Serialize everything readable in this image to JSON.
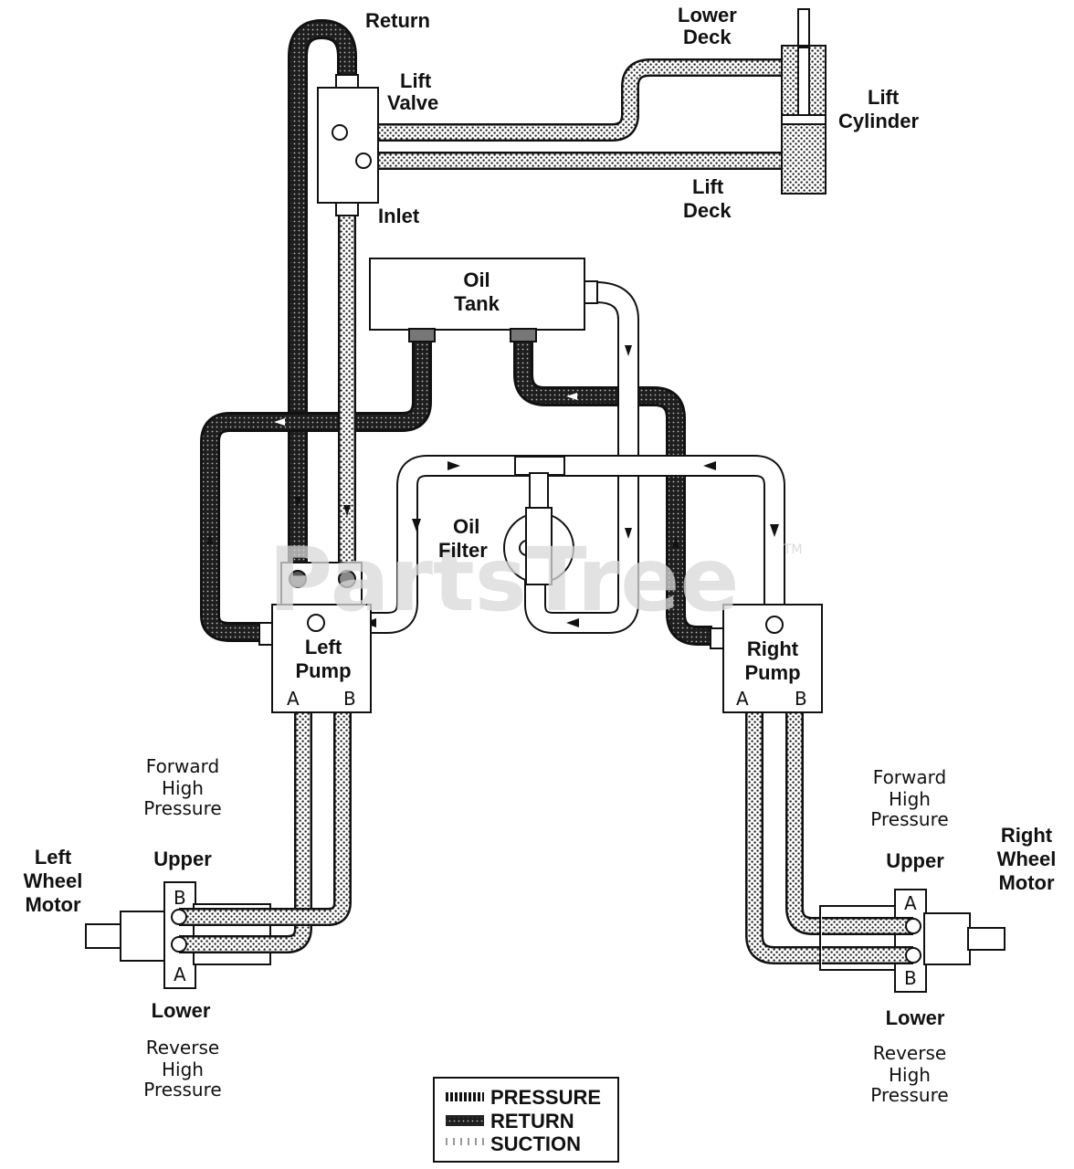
{
  "labels": {
    "return": "Return",
    "lift_valve": [
      "Lift",
      "Valve"
    ],
    "inlet": "Inlet",
    "lower_deck": [
      "Lower",
      "Deck"
    ],
    "lift_cylinder": [
      "Lift",
      "Cylinder"
    ],
    "lift_deck": [
      "Lift",
      "Deck"
    ],
    "oil_tank": [
      "Oil",
      "Tank"
    ],
    "oil_filter": [
      "Oil",
      "Filter"
    ],
    "left_pump": [
      "Left",
      "Pump"
    ],
    "right_pump": [
      "Right",
      "Pump"
    ],
    "port_a": "A",
    "port_b": "B",
    "left_wheel_motor": [
      "Left",
      "Wheel",
      "Motor"
    ],
    "right_wheel_motor": [
      "Right",
      "Wheel",
      "Motor"
    ],
    "upper": "Upper",
    "lower": "Lower",
    "forward_high_pressure": [
      "Forward",
      "High",
      "Pressure"
    ],
    "reverse_high_pressure": [
      "Reverse",
      "High",
      "Pressure"
    ]
  },
  "legend": {
    "pressure": "PRESSURE",
    "return": "RETURN",
    "suction": "SUCTION"
  },
  "watermark": {
    "text": "PartsTree",
    "tm": "TM"
  },
  "colors": {
    "line": "#111111",
    "return_fill": "#2a2a2a",
    "pressure_fill": "#8c8c8c",
    "suction_fill": "#ffffff",
    "watermark": "#d9d9d9"
  }
}
